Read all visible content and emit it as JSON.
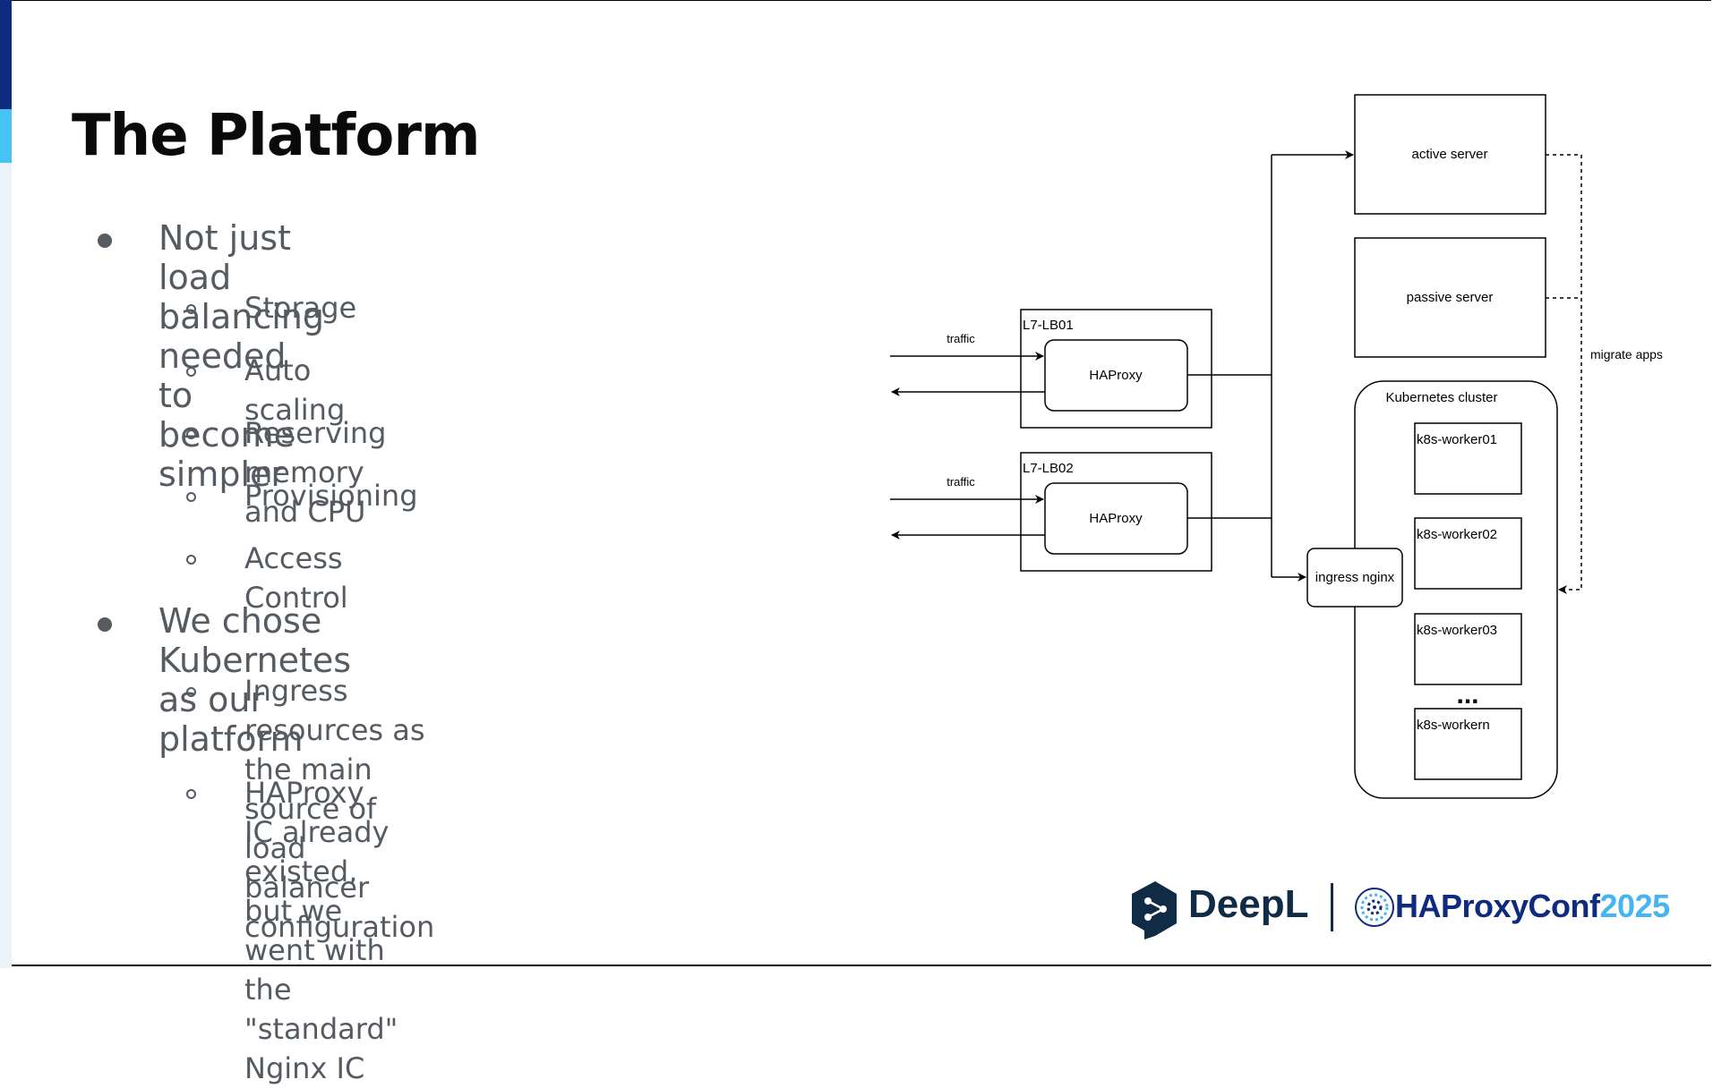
{
  "slide": {
    "title": "The Platform",
    "bullets": [
      {
        "text": "Not just load balancing needed to become simpler",
        "children": [
          "Storage",
          "Auto scaling",
          "Reserving memory and CPU",
          "Provisioning",
          "Access Control"
        ]
      },
      {
        "text": "We chose Kubernetes as our platform",
        "children": [
          [
            "Ingress resources as the main source of load balancer",
            "configuration"
          ],
          [
            "HAProxy IC already existed, but we went with the",
            "\"standard\" Nginx IC"
          ]
        ]
      }
    ]
  },
  "diagram": {
    "lb1": {
      "name": "L7-LB01",
      "inner": "HAProxy",
      "traffic": "traffic"
    },
    "lb2": {
      "name": "L7-LB02",
      "inner": "HAProxy",
      "traffic": "traffic"
    },
    "active_server": "active server",
    "passive_server": "passive server",
    "migrate_label": "migrate apps",
    "cluster": {
      "title": "Kubernetes cluster",
      "ingress": "ingress nginx",
      "workers": [
        "k8s-worker01",
        "k8s-worker02",
        "k8s-worker03",
        "k8s-workern"
      ],
      "ellipsis": "..."
    }
  },
  "footer": {
    "deepl": "DeepL",
    "conf_main": "HAProxyConf",
    "conf_year": "2025"
  },
  "colors": {
    "accent_dark": "#0f2b7f",
    "accent_light": "#45c4f4",
    "text_gray": "#555b61",
    "deepl_navy": "#0f2b46"
  }
}
